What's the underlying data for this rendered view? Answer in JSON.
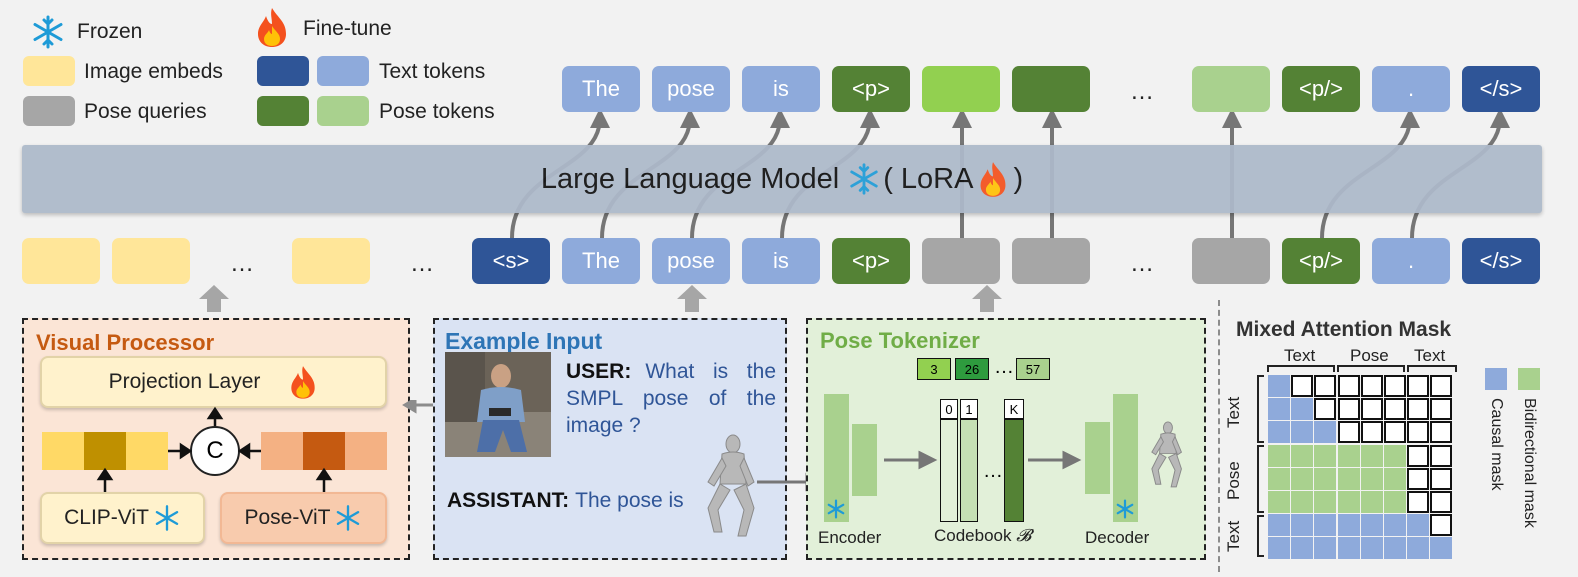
{
  "legend": {
    "frozen": "Frozen",
    "finetune": "Fine-tune",
    "image_embeds": "Image embeds",
    "pose_queries": "Pose queries",
    "text_tokens": "Text tokens",
    "pose_tokens": "Pose tokens"
  },
  "llm": {
    "label": "Large Language Model",
    "open": "( LoRA",
    "close": ")"
  },
  "output_tokens": [
    "The",
    "pose",
    "is",
    "<p>",
    "",
    "",
    "…",
    "",
    "<p/>",
    ".",
    "</s>"
  ],
  "input_tokens": [
    "<s>",
    "The",
    "pose",
    "is",
    "<p>",
    "",
    "",
    "…",
    "",
    "<p/>",
    ".",
    "</s>"
  ],
  "image_embeds_ellipsis": [
    "…",
    "…"
  ],
  "visual_processor": {
    "title": "Visual Processor",
    "projection": "Projection Layer",
    "concat": "C",
    "clip": "CLIP-ViT",
    "posevit": "Pose-ViT"
  },
  "example": {
    "title": "Example Input",
    "user_label": "USER:",
    "user_text": "What is the SMPL pose of the image ?",
    "assistant_label": "ASSISTANT:",
    "assistant_text": "The pose is"
  },
  "pose_tokenizer": {
    "title": "Pose Tokenizer",
    "codes": [
      "3",
      "26",
      "57"
    ],
    "codes_ellipsis": "…",
    "codebook_idx": [
      "0",
      "1",
      "K"
    ],
    "codebook_ellipsis": "…",
    "encoder": "Encoder",
    "codebook": "Codebook",
    "codebook_symbol": "𝓑",
    "decoder": "Decoder"
  },
  "mask": {
    "title": "Mixed Attention Mask",
    "top_labels": [
      "Text",
      "Pose",
      "Text"
    ],
    "side_labels": [
      "Text",
      "Pose",
      "Text"
    ],
    "causal": "Causal mask",
    "bidirectional": "Bidirectional mask"
  },
  "colors": {
    "text_light": "#8eaadb",
    "text_dark": "#2f5597",
    "pose_dark": "#548235",
    "pose_light": "#a9d18e",
    "pose_bright": "#92d050",
    "image_embed": "#ffe699",
    "pose_query": "#a6a6a6",
    "llm_bar": "#adb9ca"
  }
}
